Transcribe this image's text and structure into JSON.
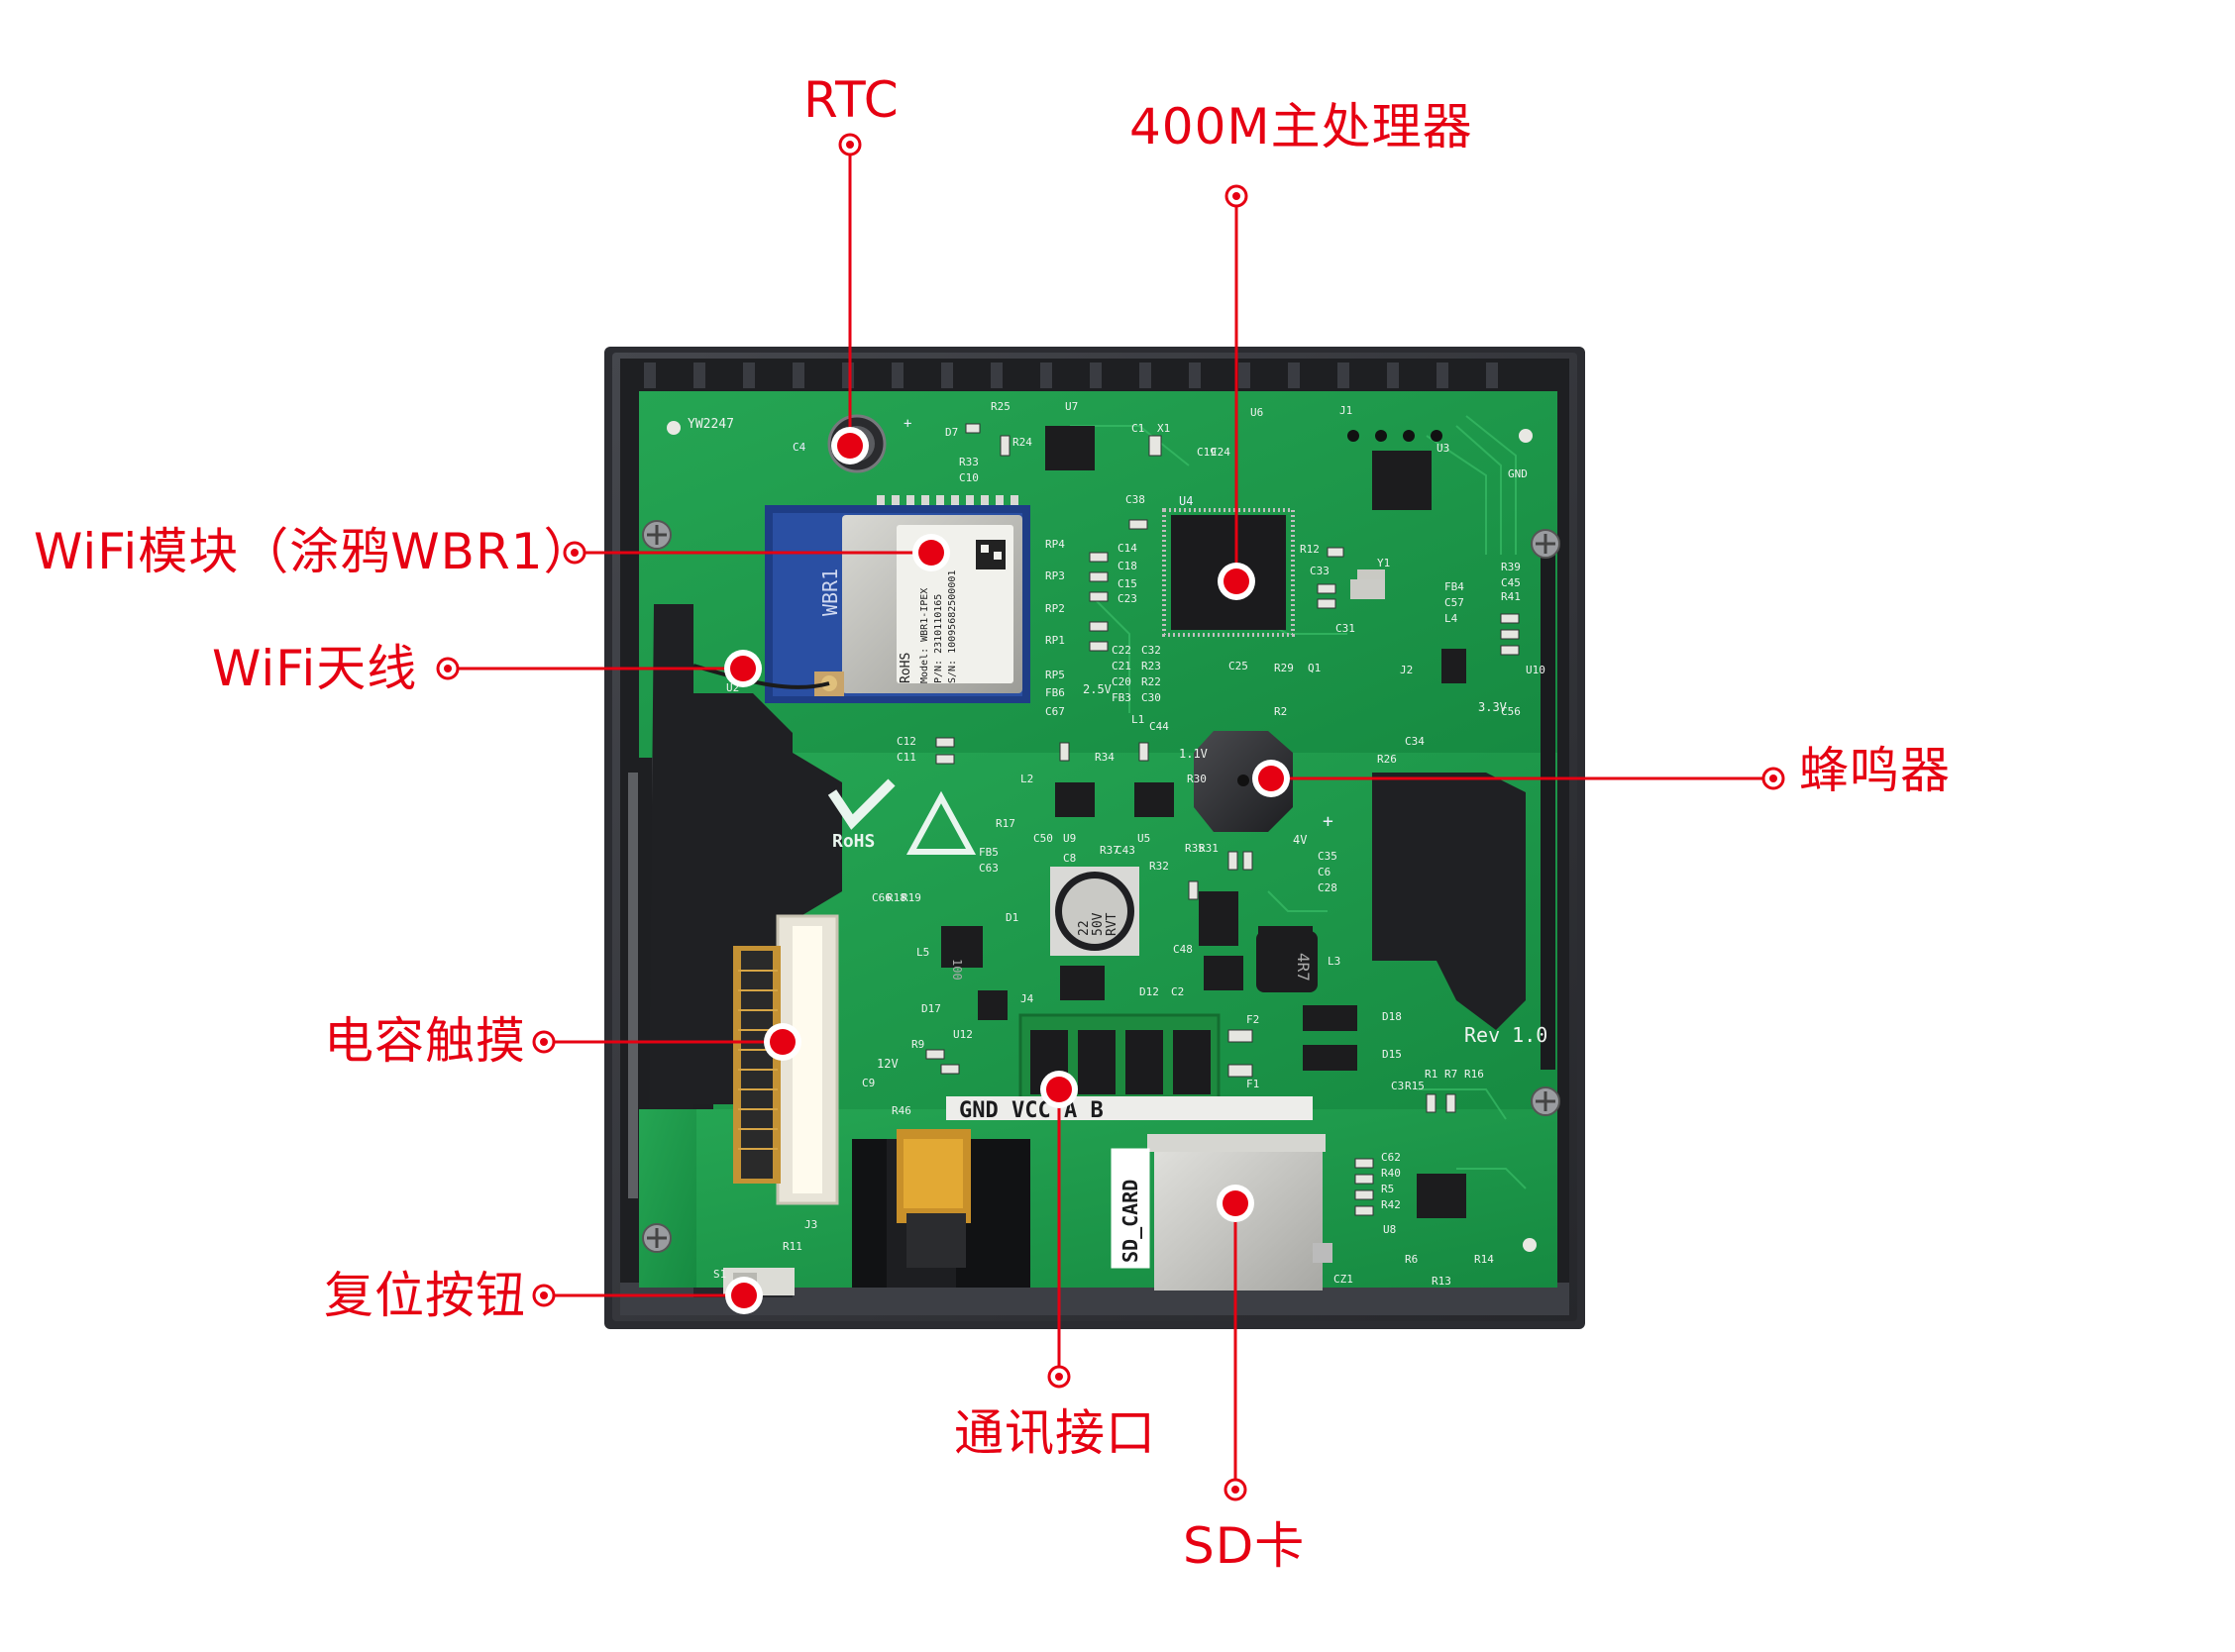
{
  "callouts": {
    "rtc": "RTC",
    "cpu": "400M主处理器",
    "wifi_module": "WiFi模块（涂鸦WBR1）",
    "wifi_antenna": "WiFi天线",
    "buzzer": "蜂鸣器",
    "touch": "电容触摸",
    "reset": "复位按钮",
    "comm": "通讯接口",
    "sd": "SD卡"
  },
  "board": {
    "top_mark": "YW2247",
    "rev": "Rev 1.0",
    "module_name": "WBR1",
    "module_rohs": "RoHS",
    "module_model": "Model: WBR1-IPEX",
    "module_pn": "P/N: 2310110165",
    "module_sn": "S/N: 10095682500001",
    "rohs_logo": "RoHS",
    "connector_pins": "GND VCC A B",
    "sd_label": "SD_CARD",
    "cap_text1": "22",
    "cap_text2": "50V",
    "cap_text3": "RVT",
    "inductor_small": "100",
    "inductor_big": "4R7",
    "voltage_33": "3.3V",
    "voltage_12": "12V",
    "voltage_25": "2.5V",
    "voltage_11": "1.1V",
    "voltage_4": "4V",
    "gnd_mark": "GND",
    "refdes": {
      "c4": "C4",
      "d7": "D7",
      "r25": "R25",
      "r24": "R24",
      "r33": "R33",
      "c10": "C10",
      "u7": "U7",
      "c1": "C1",
      "x1": "X1",
      "u6": "U6",
      "j1": "J1",
      "u3": "U3",
      "c38": "C38",
      "u4": "U4",
      "c19": "C19",
      "c24": "C24",
      "r12": "R12",
      "y1": "Y1",
      "c33": "C33",
      "c31": "C31",
      "rp4": "RP4",
      "rp3": "RP3",
      "rp2": "RP2",
      "rp1": "RP1",
      "rp5": "RP5",
      "fb6": "FB6",
      "c67": "C67",
      "c14": "C14",
      "c18": "C18",
      "c15": "C15",
      "c23": "C23",
      "c22": "C22",
      "c32": "C32",
      "c21": "C21",
      "r23": "R23",
      "c20": "C20",
      "r22": "R22",
      "fb3": "FB3",
      "c30": "C30",
      "c25": "C25",
      "r29": "R29",
      "q1": "Q1",
      "r2": "R2",
      "j2": "J2",
      "r39": "R39",
      "c45": "C45",
      "r41": "R41",
      "fb4": "FB4",
      "c57": "C57",
      "l4": "L4",
      "u10": "U10",
      "c56": "C56",
      "r26": "R26",
      "c34": "C34",
      "c12": "C12",
      "c11": "C11",
      "u2": "U2",
      "l1": "L1",
      "c44": "C44",
      "r34": "R34",
      "r30": "R30",
      "l2": "L2",
      "r17": "R17",
      "c50": "C50",
      "u9": "U9",
      "c8": "C8",
      "u5": "U5",
      "c43": "C43",
      "r37": "R37",
      "r35": "R35",
      "r31": "R31",
      "fb5": "FB5",
      "c63": "C63",
      "c66": "C66",
      "r18": "R18",
      "r19": "R19",
      "r32": "R32",
      "c35": "C35",
      "c6": "C6",
      "c28": "C28",
      "l5": "L5",
      "d1": "D1",
      "c48": "C48",
      "l3": "L3",
      "j4": "J4",
      "d12": "D12",
      "c2": "C2",
      "d17": "D17",
      "f2": "F2",
      "f1": "F1",
      "d18": "D18",
      "d15": "D15",
      "r9": "R9",
      "u12": "U12",
      "c9": "C9",
      "c3": "C3",
      "r46": "R46",
      "r15": "R15",
      "r1": "R1",
      "r7": "R7",
      "r16": "R16",
      "j3": "J3",
      "r11": "R11",
      "s1": "S1",
      "c62": "C62",
      "r40": "R40",
      "r5": "R5",
      "r42": "R42",
      "u8": "U8",
      "r6": "R6",
      "r13": "R13",
      "r14": "R14",
      "cz1": "CZ1"
    }
  },
  "colors": {
    "annotation_red": "#e60012",
    "pcb_green": "#1f9a4c",
    "case_dark": "#2f3036",
    "case_edge": "#55575c"
  }
}
